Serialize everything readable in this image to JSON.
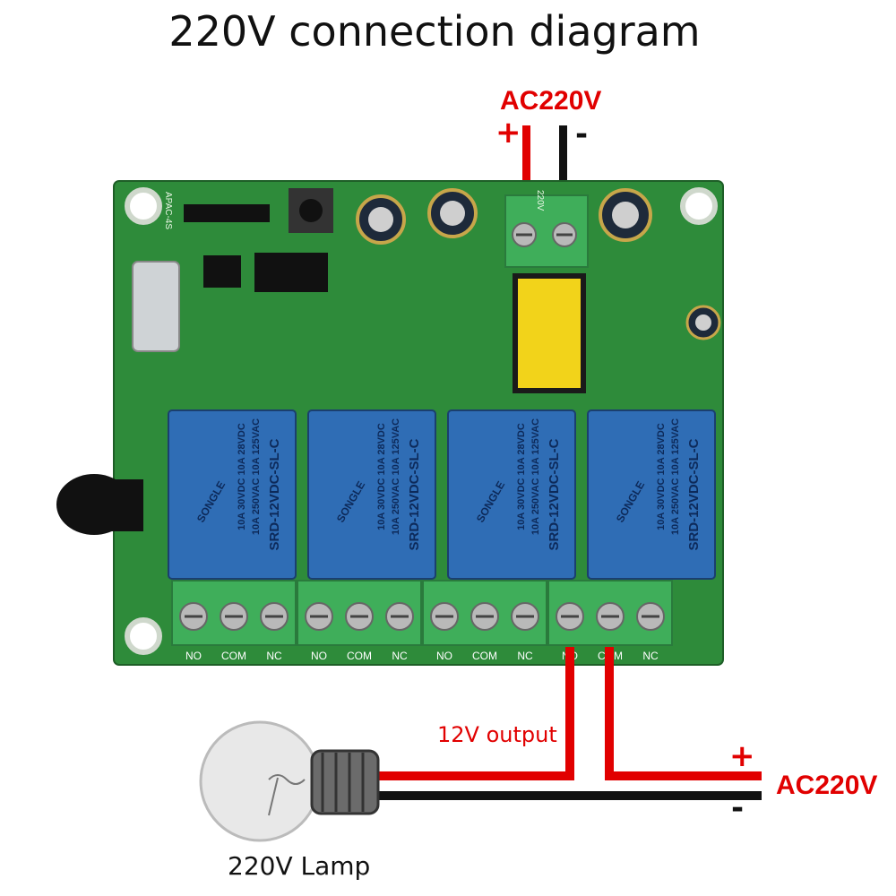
{
  "title": "220V connection diagram",
  "power_in": {
    "label": "AC220V",
    "plus": "+",
    "minus": "-"
  },
  "power_out": {
    "label": "AC220V",
    "plus": "+",
    "minus": "-"
  },
  "output_label": "12V output",
  "lamp_label": "220V Lamp",
  "board": {
    "model": "APAC-4S",
    "relays": [
      {
        "brand": "SONGLE",
        "model": "SRD-12VDC-SL-C",
        "rating1": "10A 250VAC 10A 125VAC",
        "rating2": "10A 30VDC 10A 28VDC"
      },
      {
        "brand": "SONGLE",
        "model": "SRD-12VDC-SL-C",
        "rating1": "10A 250VAC 10A 125VAC",
        "rating2": "10A 30VDC 10A 28VDC"
      },
      {
        "brand": "SONGLE",
        "model": "SRD-12VDC-SL-C",
        "rating1": "10A 250VAC 10A 125VAC",
        "rating2": "10A 30VDC 10A 28VDC"
      },
      {
        "brand": "SONGLE",
        "model": "SRD-12VDC-SL-C",
        "rating1": "10A 250VAC 10A 125VAC",
        "rating2": "10A 30VDC 10A 28VDC"
      }
    ],
    "terminal_labels": [
      "NO",
      "COM",
      "NC"
    ],
    "power_terminal_label": "220V"
  },
  "colors": {
    "wire_red": "#e10000",
    "wire_black": "#111111",
    "pcb": "#2e8b3a",
    "relay": "#2f6db5",
    "terminal": "#3fae5a"
  }
}
